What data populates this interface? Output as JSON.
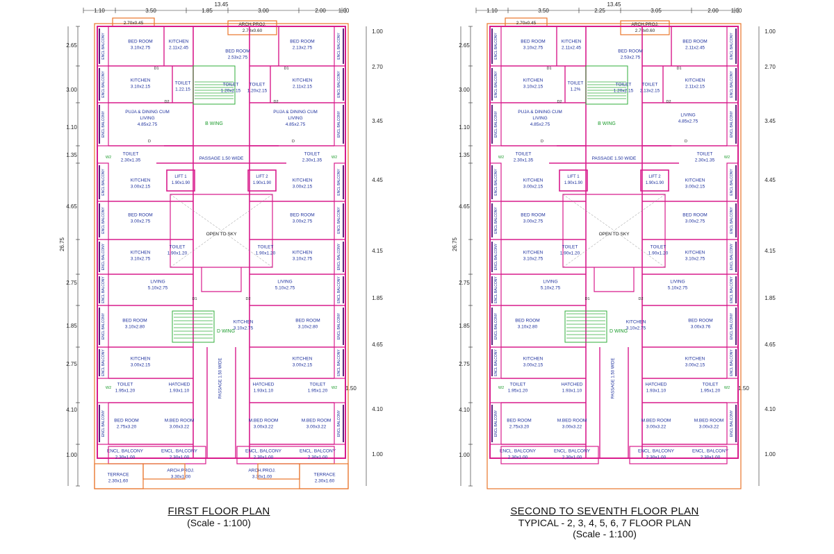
{
  "plans": [
    {
      "id": "first",
      "title": "FIRST FLOOR  PLAN",
      "subtitle": "",
      "scale": "(Scale - 1:100)",
      "top_total": "13.45",
      "top_dims": [
        "1.10",
        "3.50",
        "1.85",
        "3.00",
        "2.00",
        "1.00"
      ],
      "left_total": "26.75",
      "left_dims": [
        "2.65",
        "3.00",
        "1.10",
        "1.35",
        "4.65",
        "2.75",
        "1.85",
        "2.75",
        "4.10",
        "1.00"
      ],
      "right_dims": [
        "1.00",
        "2.70",
        "3.45",
        "4.45",
        "4.15",
        "1.85",
        "4.65",
        "1.50",
        "4.10",
        "1.00"
      ],
      "top_labels": [
        "2.70x0.45",
        "ARCH.PROJ.",
        "2.70x0.60"
      ],
      "wings": [
        "B WING",
        "D WING"
      ],
      "center": [
        "LIFT 1",
        "1.90x1.90",
        "LIFT 2",
        "1.90x1.90",
        "OPEN TO SKY",
        "PASSAGE  1.50 WIDE",
        "PASSAGE 1.50 WIDE"
      ],
      "rooms": [
        [
          "BED ROOM",
          "3.10x2.75"
        ],
        [
          "KITCHEN",
          "2.11x2.45"
        ],
        [
          "BED ROOM",
          "2.53x2.75"
        ],
        [
          "BED ROOM",
          "2.13x2.75"
        ],
        [
          "KITCHEN",
          "3.10x2.15"
        ],
        [
          "TOILET",
          "1.22.15"
        ],
        [
          "TOILET",
          "1.20x2.15"
        ],
        [
          "TOILET",
          "1.20x2.15"
        ],
        [
          "KITCHEN",
          "2.11x2.15"
        ],
        [
          "PUJA & DINING CUM",
          "LIVING",
          "4.85x2.75"
        ],
        [
          "PUJA & DINING CUM",
          "LIVING",
          "4.85x2.75"
        ],
        [
          "TOILET",
          "2.30x1.35"
        ],
        [
          "TOILET",
          "2.30x1.35"
        ],
        [
          "KITCHEN",
          "3.00x2.15"
        ],
        [
          "KITCHEN",
          "3.00x2.15"
        ],
        [
          "BED ROOM",
          "3.00x2.75"
        ],
        [
          "BED ROOM",
          "3.00x2.75"
        ],
        [
          "KITCHEN",
          "3.10x2.75"
        ],
        [
          "TOILET",
          "1.90x1.20"
        ],
        [
          "TOILET",
          "1.90x1.20"
        ],
        [
          "KITCHEN",
          "3.10x2.75"
        ],
        [
          "LIVING",
          "5.10x2.75"
        ],
        [
          "LIVING",
          "5.10x2.75"
        ],
        [
          "BED ROOM",
          "3.10x2.80"
        ],
        [
          "KITCHEN",
          "3.10x2.75"
        ],
        [
          "BED ROOM",
          "3.10x2.80"
        ],
        [
          "KITCHEN",
          "3.00x2.15"
        ],
        [
          "KITCHEN",
          "3.00x2.15"
        ],
        [
          "TOILET",
          "1.95x1.20"
        ],
        [
          "HATCHED",
          "1.93x1.10"
        ],
        [
          "HATCHED",
          "1.93x1.10"
        ],
        [
          "TOILET",
          "1.95x1.20"
        ],
        [
          "BED ROOM",
          "2.75x3.20"
        ],
        [
          "M.BED ROOM",
          "3.00x3.22"
        ],
        [
          "M.BED ROOM",
          "3.00x3.22"
        ],
        [
          "M.BED ROOM",
          "3.00x3.22"
        ],
        [
          "ENCL. BALCONY",
          "2.30x1.00"
        ],
        [
          "ENCL. BALCONY",
          "2.30x1.00"
        ],
        [
          "ENCL. BALCONY",
          "2.30x1.00"
        ],
        [
          "ENCL. BALCONY",
          "2.30x1.00"
        ],
        [
          "TERRACE",
          "2.30x1.60"
        ],
        [
          "ARCH.PROJ.",
          "3.30x1.00"
        ],
        [
          "ARCH.PROJ.",
          "3.30x1.00"
        ],
        [
          "TERRACE",
          "2.30x1.60"
        ]
      ],
      "balconies": [
        "ENCL BALCONY",
        "ENCL BALCONY",
        "ENCL BALCONY",
        "ENCL BALCONY",
        "ENCL BALCONY",
        "ENCL BALCONY",
        "ENCL BALCONY",
        "ENCL BALCONY",
        "ENCL BALCONY",
        "ENCL BALCONY",
        "ENCL BALCONY",
        "ENCL BALCONY",
        "ENCL BALCONY",
        "ENCL BALCONY",
        "ENCL BALCONY",
        "ENCL BALCONY"
      ],
      "doors": [
        "D1",
        "D2",
        "D",
        "W2"
      ]
    },
    {
      "id": "typical",
      "title": "SECOND TO SEVENTH FLOOR PLAN",
      "subtitle": "TYPICAL - 2, 3, 4, 5, 6,  7 FLOOR PLAN",
      "scale": "(Scale - 1:100)",
      "top_total": "13.45",
      "top_dims": [
        "1.10",
        "3.50",
        "2.25",
        "3.05",
        "2.00",
        "1.00"
      ],
      "left_total": "26.75",
      "left_dims": [
        "2.65",
        "3.00",
        "1.10",
        "1.35",
        "4.65",
        "2.75",
        "1.85",
        "2.75",
        "4.10",
        "1.00"
      ],
      "right_dims": [
        "1.00",
        "2.70",
        "3.45",
        "4.45",
        "4.15",
        "1.85",
        "4.65",
        "1.50",
        "4.10",
        "1.00"
      ],
      "top_labels": [
        "2.70x0.45",
        "ARCH.PROJ.",
        "2.70x0.60"
      ],
      "wings": [
        "B WING",
        "D WING"
      ],
      "center": [
        "LIFT 1",
        "1.90x1.90",
        "LIFT 2",
        "1.90x1.90",
        "OPEN TO SKY",
        "PASSAGE  1.50 WIDE",
        "PASSAGE 1.50 WIDE"
      ],
      "rooms": [
        [
          "BED ROOM",
          "3.10x2.75"
        ],
        [
          "KITCHEN",
          "2.11x2.45"
        ],
        [
          "BED ROOM",
          "2.53x2.75"
        ],
        [
          "BED ROOM",
          "2.11x2.45"
        ],
        [
          "KITCHEN",
          "3.10x2.15"
        ],
        [
          "TOILET",
          "1.2%"
        ],
        [
          "TOILET",
          "1.20x2.15"
        ],
        [
          "TOILET",
          "2.13x2.15"
        ],
        [
          "KITCHEN",
          "2.11x2.15"
        ],
        [
          "PUJA & DINING CUM",
          "LIVING",
          "4.85x2.75"
        ],
        [
          "LIVING",
          "4.85x2.75"
        ],
        [
          "TOILET",
          "2.30x1.35"
        ],
        [
          "TOILET",
          "2.30x1.35"
        ],
        [
          "KITCHEN",
          "3.00x2.15"
        ],
        [
          "KITCHEN",
          "3.00x2.15"
        ],
        [
          "BED ROOM",
          "3.00x2.75"
        ],
        [
          "BED ROOM",
          "3.00x2.75"
        ],
        [
          "KITCHEN",
          "3.10x2.75"
        ],
        [
          "TOILET",
          "1.90x1.20"
        ],
        [
          "TOILET",
          "1.90x1.20"
        ],
        [
          "KITCHEN",
          "3.10x2.75"
        ],
        [
          "LIVING",
          "5.10x2.75"
        ],
        [
          "LIVING",
          "5.10x2.75"
        ],
        [
          "BED ROOM",
          "3.10x2.80"
        ],
        [
          "KITCHEN",
          "3.10x2.75"
        ],
        [
          "BED ROOM",
          "3.00x3.76"
        ],
        [
          "KITCHEN",
          "3.00x2.15"
        ],
        [
          "KITCHEN",
          "3.00x2.15"
        ],
        [
          "TOILET",
          "1.95x1.20"
        ],
        [
          "HATCHED",
          "1.93x1.10"
        ],
        [
          "HATCHED",
          "1.93x1.10"
        ],
        [
          "TOILET",
          "1.95x1.20"
        ],
        [
          "BED ROOM",
          "2.75x3.20"
        ],
        [
          "M.BED ROOM",
          "3.00x3.22"
        ],
        [
          "M.BED ROOM",
          "3.00x3.22"
        ],
        [
          "M.BED ROOM",
          "3.00x3.22"
        ],
        [
          "ENCL. BALCONY",
          "2.30x1.00"
        ],
        [
          "ENCL. BALCONY",
          "2.30x1.00"
        ],
        [
          "ENCL. BALCONY",
          "2.30x1.00"
        ],
        [
          "ENCL. BALCONY",
          "2.30x1.00"
        ]
      ],
      "balconies": [
        "ENCL BALCONY",
        "ENCL BALCONY",
        "ENCL BALCONY",
        "ENCL BALCONY",
        "ENCL BALCONY",
        "ENCL BALCONY",
        "ENCL BALCONY",
        "ENCL BALCONY",
        "ENCL BALCONY",
        "ENCL BALCONY",
        "ENCL BALCONY",
        "ENCL BALCONY",
        "ENCL BALCONY",
        "ENCL BALCONY",
        "ENCL BALCONY",
        "ENCL BALCONY"
      ],
      "doors": [
        "D1",
        "D2",
        "D",
        "W2"
      ]
    }
  ],
  "colors": {
    "wall": "#d81b8c",
    "inner_wall": "#8a2a8a",
    "outline": "#e8742a",
    "label": "#1c2f9c",
    "wing": "#1a9a2a",
    "stair": "#2fae3a",
    "balcony_dark": "#5a1f7a",
    "dim": "#222222"
  }
}
